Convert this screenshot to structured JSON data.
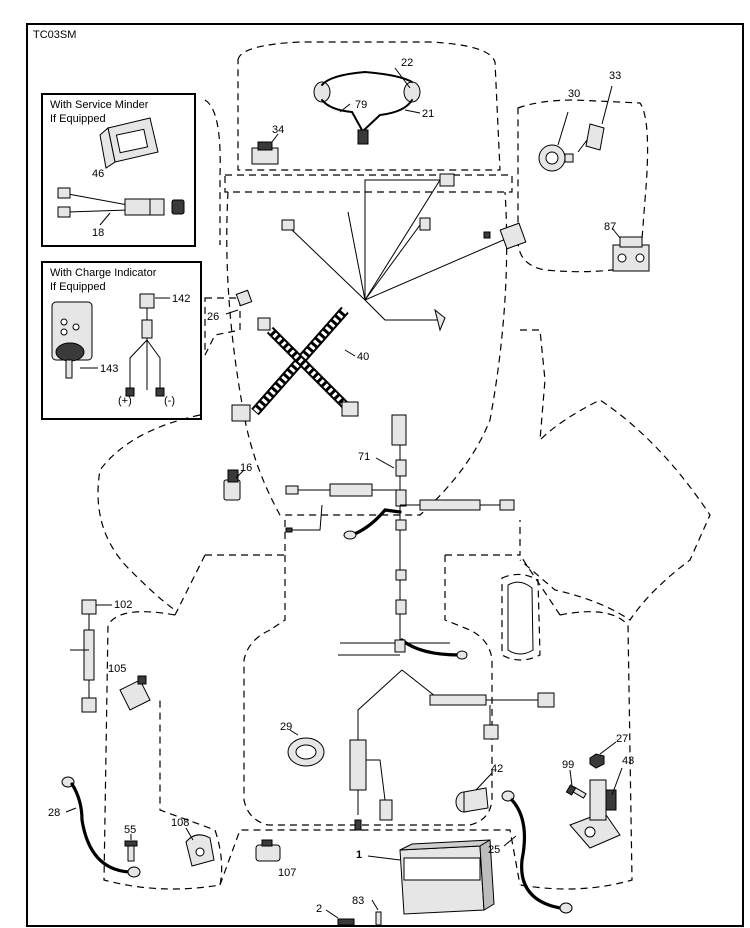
{
  "diagram": {
    "code": "TC03SM",
    "insets": {
      "service_minder": {
        "line1": "With Service Minder",
        "line2": "If Equipped"
      },
      "charge_indicator": {
        "line1": "With Charge Indicator",
        "line2": "If Equipped"
      },
      "polarity": {
        "pos": "(+)",
        "neg": "(-)"
      }
    },
    "callouts": {
      "c1": "1",
      "c2": "2",
      "c16": "16",
      "c18": "18",
      "c21": "21",
      "c22": "22",
      "c25": "25",
      "c26": "26",
      "c27": "27",
      "c28": "28",
      "c29": "29",
      "c30": "30",
      "c33": "33",
      "c34": "34",
      "c40": "40",
      "c42": "42",
      "c43": "43",
      "c46": "46",
      "c55": "55",
      "c71": "71",
      "c79": "79",
      "c83": "83",
      "c87": "87",
      "c99": "99",
      "c102": "102",
      "c105": "105",
      "c107": "107",
      "c108": "108",
      "c142": "142",
      "c143": "143"
    }
  }
}
